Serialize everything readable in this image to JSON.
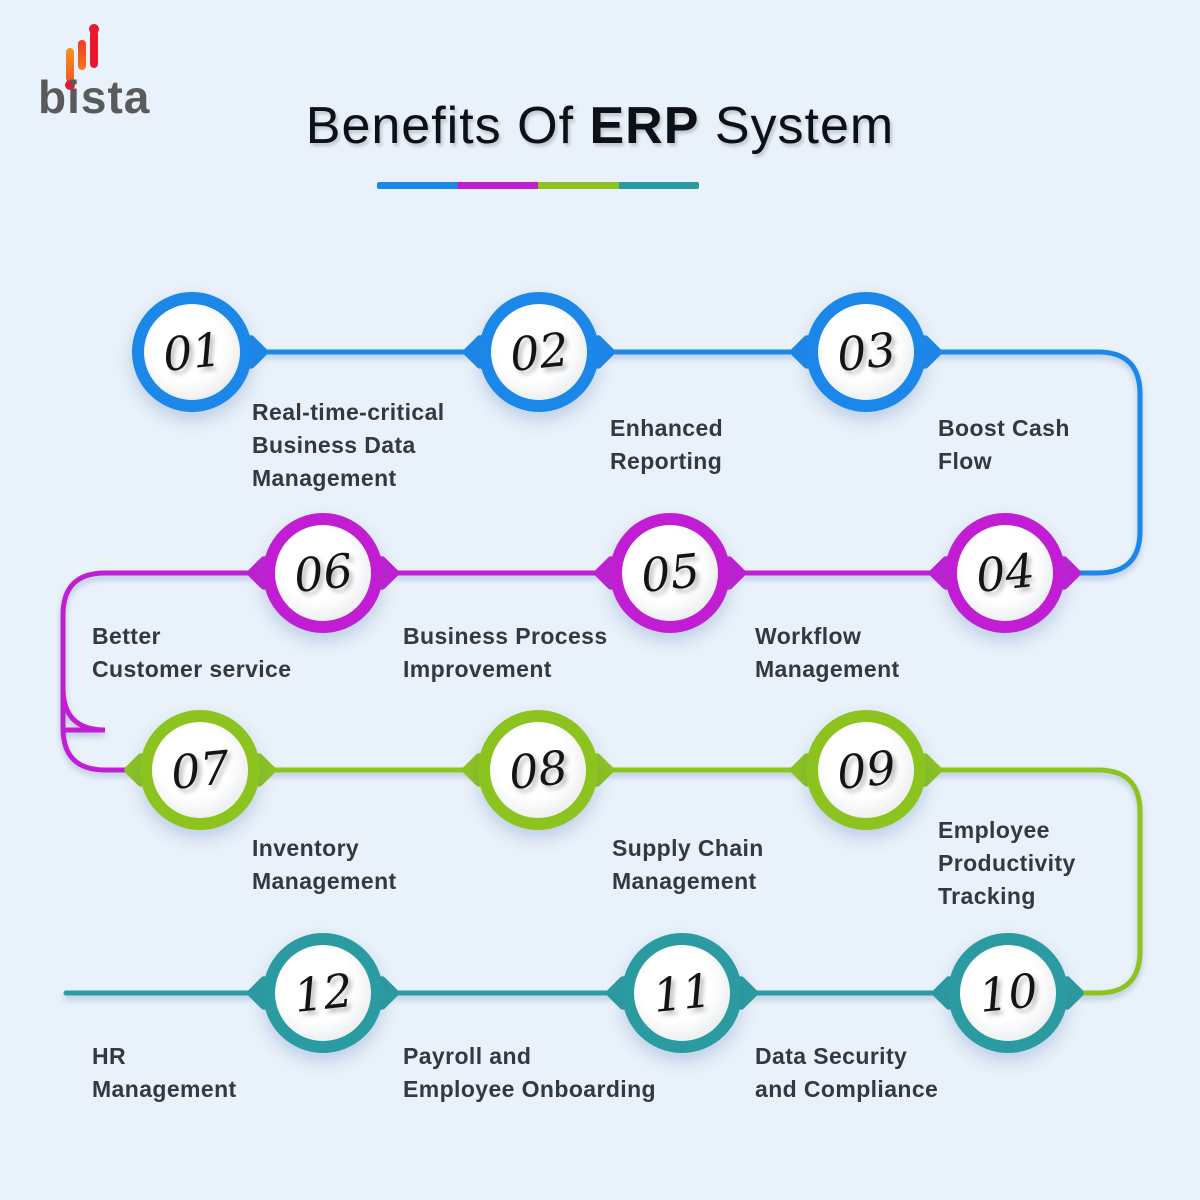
{
  "logo": {
    "text": "bista"
  },
  "title": {
    "prefix": "Benefits Of ",
    "highlight": "ERP",
    "suffix": " System"
  },
  "underline_colors": [
    "#1b87e9",
    "#c11ed3",
    "#8dc31e",
    "#2a9ba0"
  ],
  "colors": {
    "background": "#e9f1fa",
    "blue": "#1b87e9",
    "magenta": "#c11ed3",
    "green": "#8dc31e",
    "teal": "#2a9ba0",
    "label_text": "#35393f",
    "title_text": "#0d1117"
  },
  "nodes": [
    {
      "number": "01",
      "color": "blue",
      "label_lines": [
        "Real-time-critical",
        "Business Data",
        "Management"
      ]
    },
    {
      "number": "02",
      "color": "blue",
      "label_lines": [
        "Enhanced",
        "Reporting"
      ]
    },
    {
      "number": "03",
      "color": "blue",
      "label_lines": [
        "Boost Cash",
        "Flow"
      ]
    },
    {
      "number": "04",
      "color": "magenta",
      "label_lines": [
        "Workflow",
        "Management"
      ]
    },
    {
      "number": "05",
      "color": "magenta",
      "label_lines": [
        "Business Process",
        "Improvement"
      ]
    },
    {
      "number": "06",
      "color": "magenta",
      "label_lines": [
        "Better",
        "Customer service"
      ]
    },
    {
      "number": "07",
      "color": "green",
      "label_lines": [
        "Inventory",
        "Management"
      ]
    },
    {
      "number": "08",
      "color": "green",
      "label_lines": [
        "Supply Chain",
        "Management"
      ]
    },
    {
      "number": "09",
      "color": "green",
      "label_lines": [
        "Employee",
        "Productivity",
        "Tracking"
      ]
    },
    {
      "number": "10",
      "color": "teal",
      "label_lines": [
        "Data Security",
        "and Compliance"
      ]
    },
    {
      "number": "11",
      "color": "teal",
      "label_lines": [
        "Payroll and",
        "Employee Onboarding"
      ]
    },
    {
      "number": "12",
      "color": "teal",
      "label_lines": [
        "HR",
        "Management"
      ]
    }
  ]
}
